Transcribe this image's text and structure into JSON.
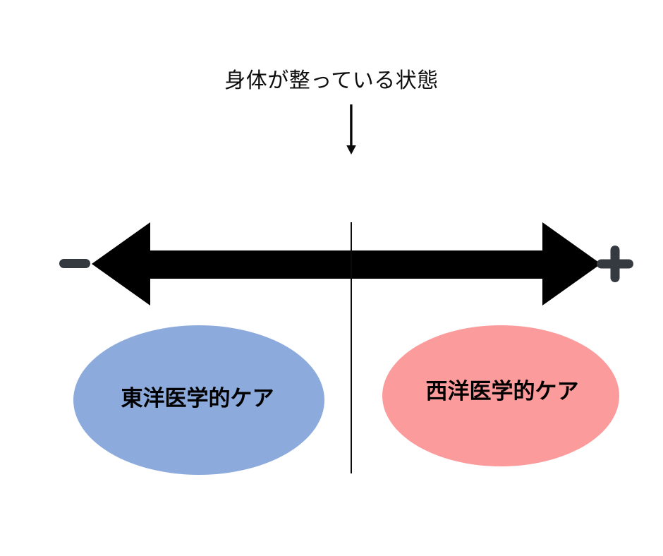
{
  "diagram": {
    "title_caption": "身体が整っている状態",
    "pointer_icon": "down-arrow-icon",
    "scale": {
      "negative_sign": "−",
      "positive_sign": "+",
      "negative_sign_name": "minus-sign",
      "positive_sign_name": "plus-sign",
      "axis_icon": "double-headed-horizontal-arrow-icon",
      "center_divider_name": "center-divider-line"
    },
    "nodes": [
      {
        "id": "eastern-care",
        "label": "東洋医学的ケア",
        "side": "left",
        "fill": "#8cabdc"
      },
      {
        "id": "western-care",
        "label": "西洋医学的ケア",
        "side": "right",
        "fill": "#fc9b9b"
      }
    ],
    "colors": {
      "ink": "#0a0a0a",
      "sign": "#343a40",
      "background": "#ffffff",
      "left_bubble": "#8cabdc",
      "right_bubble": "#fc9b9b"
    }
  }
}
